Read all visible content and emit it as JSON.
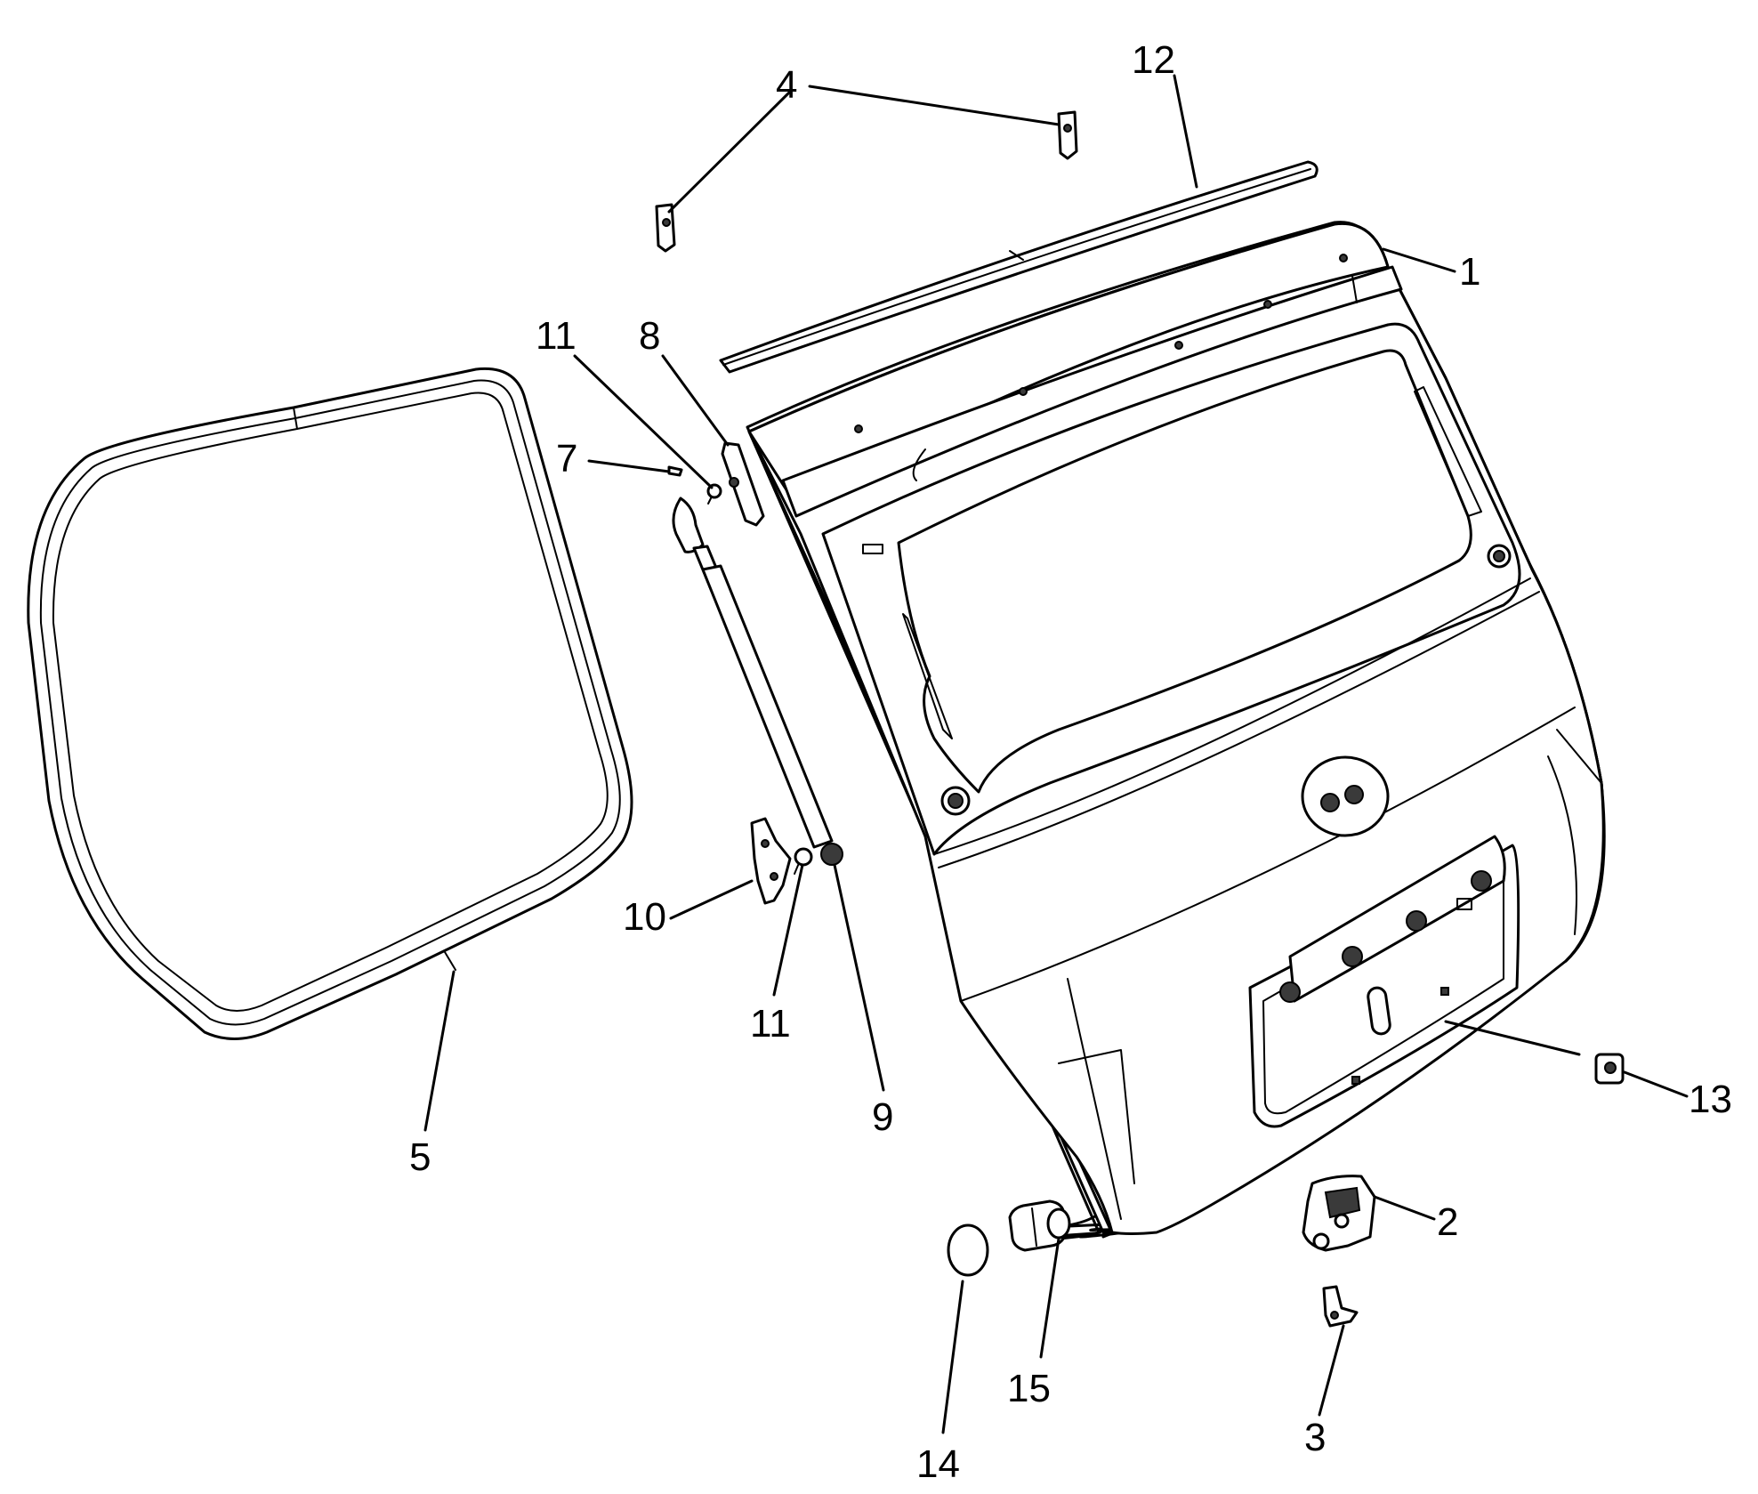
{
  "diagram": {
    "colors": {
      "line": "#000000",
      "background": "#ffffff",
      "shade": "#3a3a3a"
    },
    "callouts": {
      "c1": "1",
      "c2": "2",
      "c3": "3",
      "c4": "4",
      "c5": "5",
      "c7": "7",
      "c8": "8",
      "c9": "9",
      "c10": "10",
      "c11_top": "11",
      "c11_bottom": "11",
      "c12": "12",
      "c13": "13",
      "c14": "14",
      "c15": "15"
    }
  }
}
